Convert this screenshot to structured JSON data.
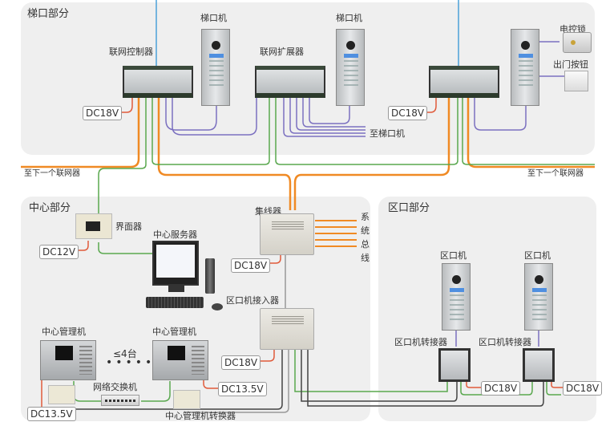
{
  "sections": {
    "stairway": "梯口部分",
    "center": "中心部分",
    "zone": "区口部分"
  },
  "labels": {
    "network_controller": "联网控制器",
    "network_extender": "联网扩展器",
    "stair_unit_1": "梯口机",
    "stair_unit_2": "梯口机",
    "to_stair_units": "至梯口机",
    "electric_lock": "电控锁",
    "exit_button": "出门按钮",
    "to_next_network_left": "至下一个联网器",
    "to_next_network_right": "至下一个联网器",
    "interface_unit": "界面器",
    "center_server": "中心服务器",
    "hub": "集线器",
    "system_bus": [
      "系",
      "统",
      "总",
      "线"
    ],
    "zone_access": "区口机接入器",
    "center_manager_1": "中心管理机",
    "center_manager_2": "中心管理机",
    "max_count": "≤4台",
    "ellipsis": "••••••",
    "network_switch": "网络交换机",
    "center_manager_converter": "中心管理机转换器",
    "zone_unit_1": "区口机",
    "zone_unit_2": "区口机",
    "zone_converter_1": "区口机转接器",
    "zone_converter_2": "区口机转接器"
  },
  "power": {
    "controller": "DC18V",
    "right_controller": "DC18V",
    "interface": "DC12V",
    "hub": "DC18V",
    "zone_access": "DC18V",
    "manager_1": "DC13.5V",
    "manager_2": "DC13.5V",
    "zone_converter_1": "DC18V",
    "zone_converter_2": "DC18V"
  },
  "colors": {
    "bus": "#f08a24",
    "network": "#5aa84f",
    "stair_link": "#7b70c0",
    "power": "#e05a3a",
    "video": "#444444",
    "top_link": "#4aa0d8"
  }
}
